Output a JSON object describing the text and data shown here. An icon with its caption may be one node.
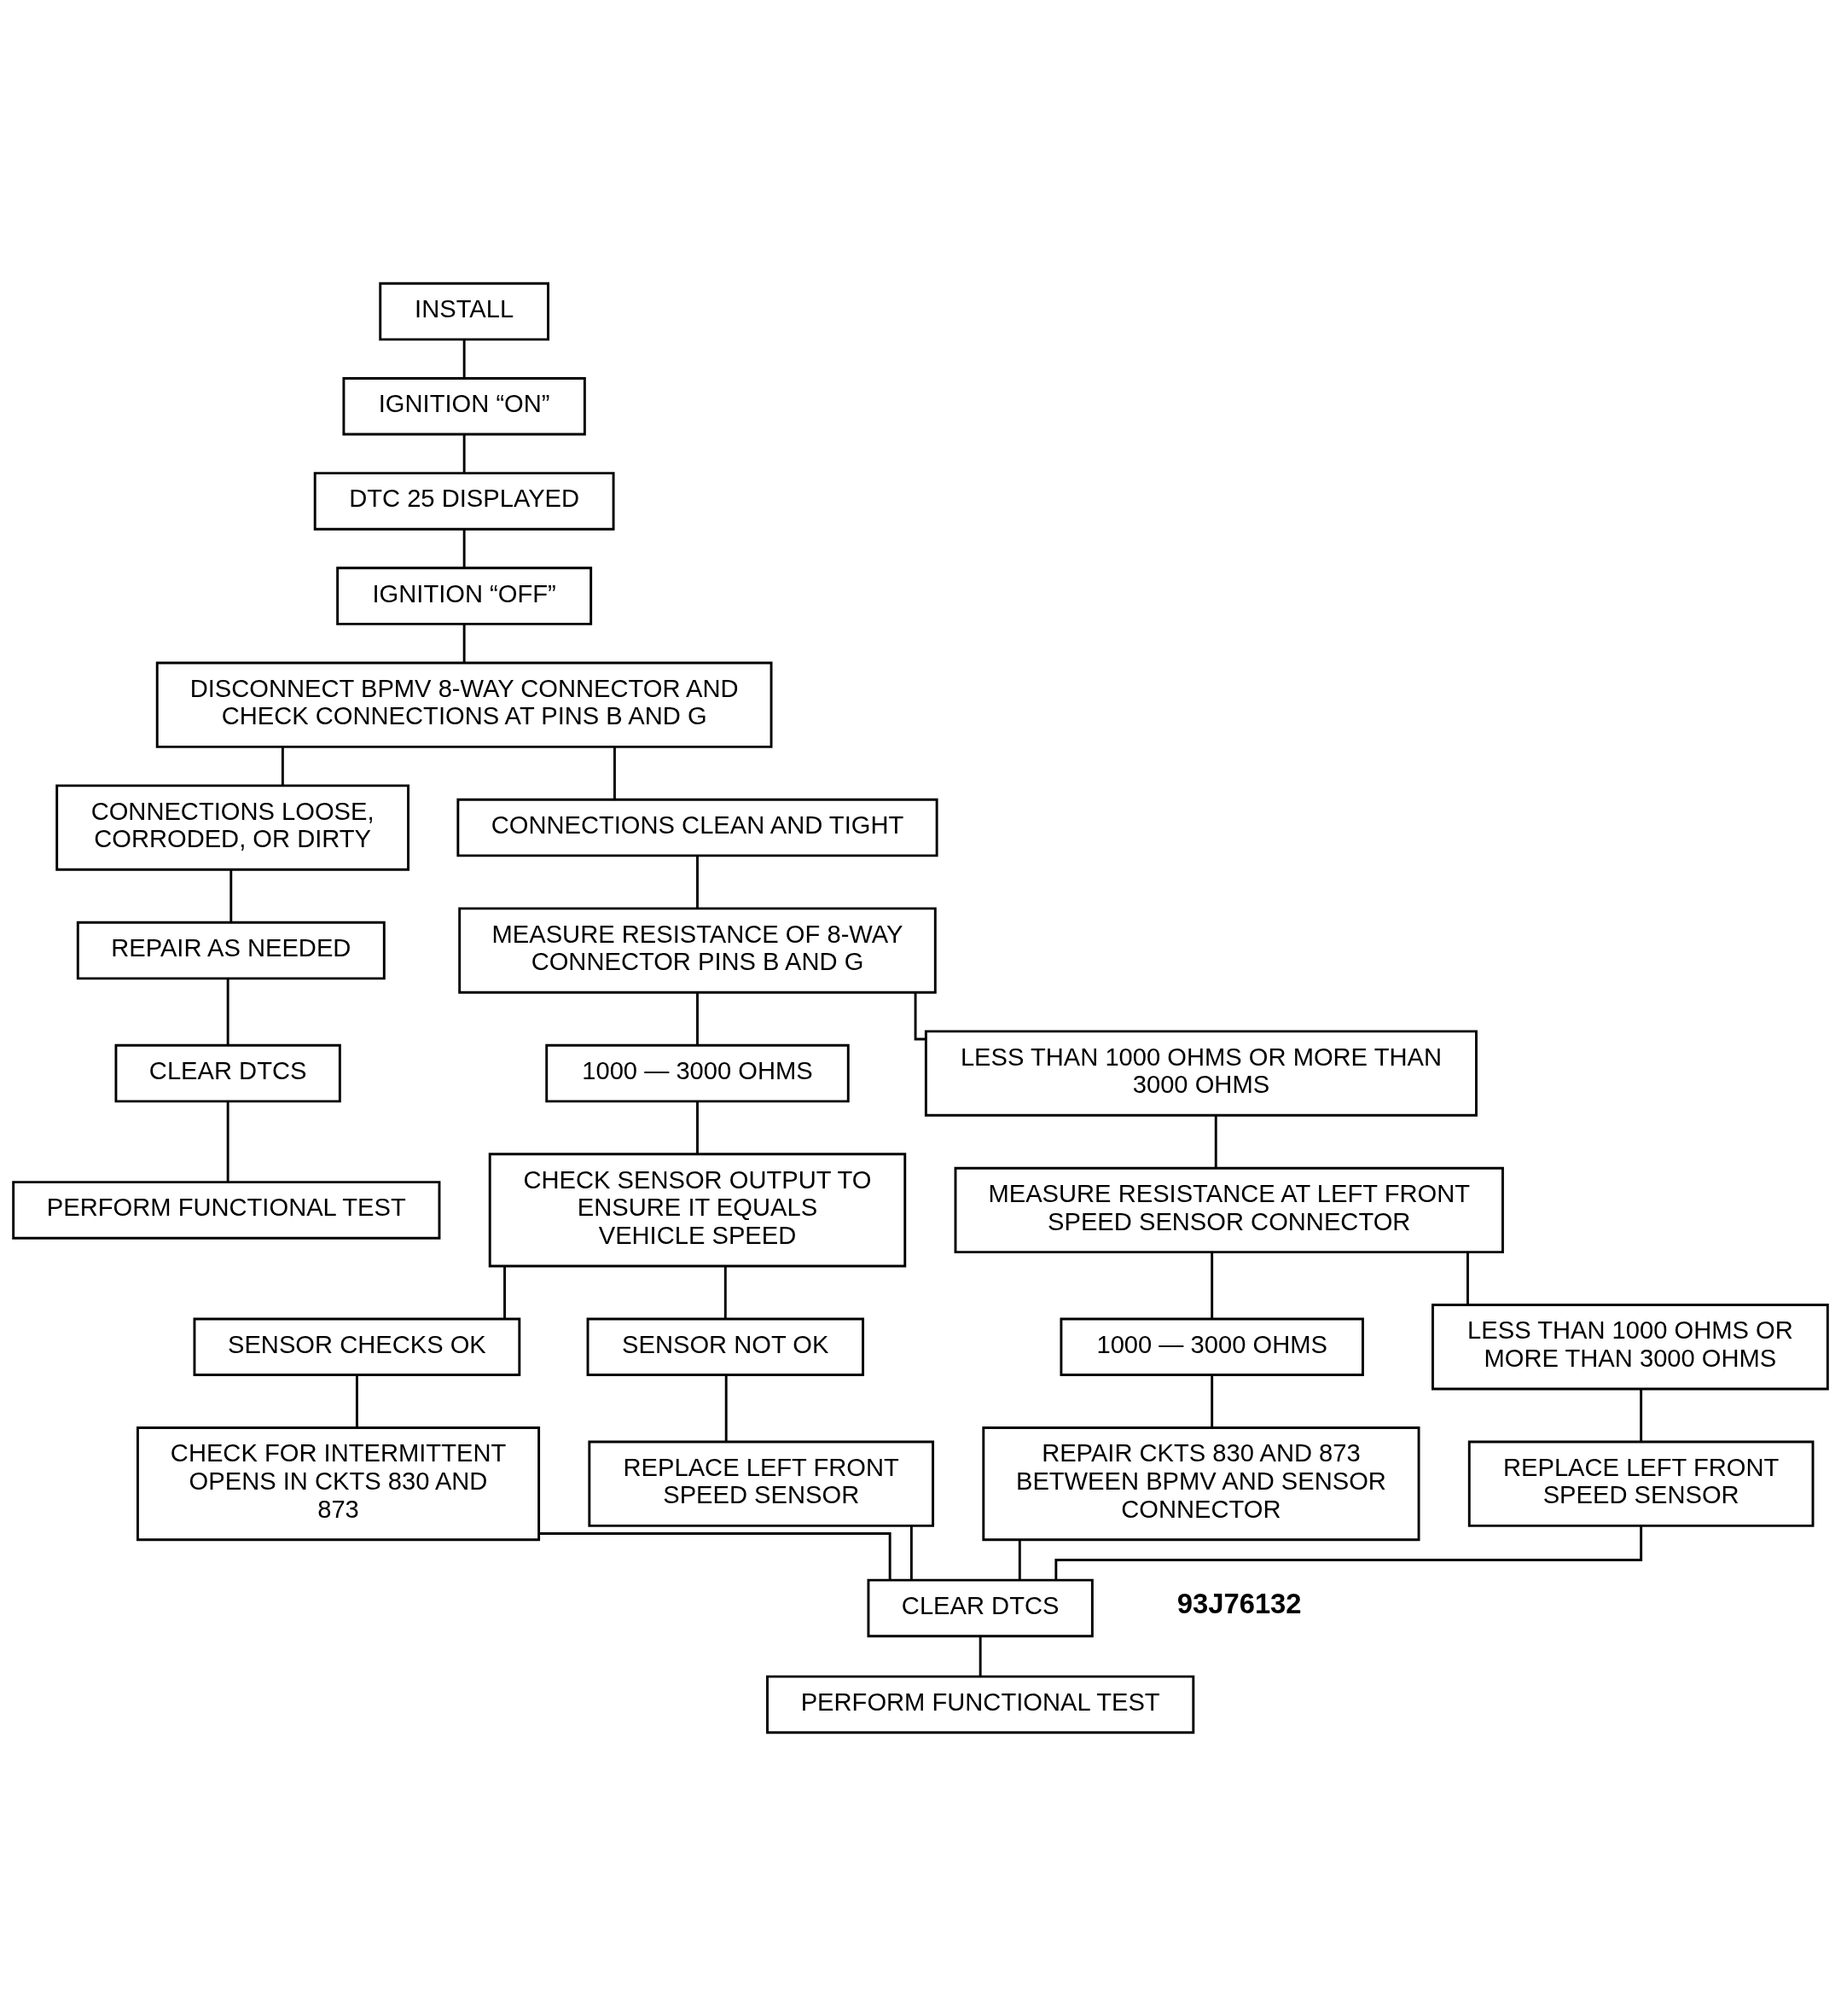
{
  "diagram": {
    "nodes": [
      {
        "text": [
          "INSTALL"
        ]
      },
      {
        "text": [
          "IGNITION “ON”"
        ]
      },
      {
        "text": [
          "DTC 25 DISPLAYED"
        ]
      },
      {
        "text": [
          "IGNITION “OFF”"
        ]
      },
      {
        "text": [
          "DISCONNECT BPMV 8-WAY CONNECTOR AND CHECK CONNECTIONS AT PINS B AND G"
        ]
      },
      {
        "text": [
          "CONNECTIONS LOOSE, CORRODED, OR DIRTY"
        ]
      },
      {
        "text": [
          "CONNECTIONS CLEAN AND TIGHT"
        ]
      },
      {
        "text": [
          "REPAIR AS NEEDED"
        ]
      },
      {
        "text": [
          "MEASURE RESISTANCE OF 8-WAY CONNECTOR PINS B AND G"
        ]
      },
      {
        "text": [
          "CLEAR DTCS"
        ]
      },
      {
        "text": [
          "PERFORM FUNCTIONAL TEST"
        ]
      },
      {
        "text": [
          "1000 — 3000 OHMS"
        ]
      },
      {
        "text": [
          "LESS THAN 1000 OHMS OR MORE THAN 3000 OHMS"
        ]
      },
      {
        "text": [
          "CHECK SENSOR OUTPUT TO ENSURE IT EQUALS VEHICLE SPEED"
        ]
      },
      {
        "text": [
          "MEASURE RESISTANCE AT LEFT FRONT SPEED SENSOR CONNECTOR"
        ]
      },
      {
        "text": [
          "SENSOR CHECKS OK"
        ]
      },
      {
        "text": [
          "SENSOR NOT OK"
        ]
      },
      {
        "text": [
          "1000 — 3000 OHMS"
        ]
      },
      {
        "text": [
          "LESS THAN 1000 OHMS OR MORE THAN 3000 OHMS"
        ]
      },
      {
        "text": [
          "CHECK FOR INTERMITTENT OPENS IN CKTS 830 AND 873"
        ]
      },
      {
        "text": [
          "REPLACE LEFT FRONT SPEED SENSOR"
        ]
      },
      {
        "text": [
          "REPAIR CKTS 830 AND 873 BETWEEN BPMV AND SENSOR CONNECTOR"
        ]
      },
      {
        "text": [
          "REPLACE LEFT FRONT SPEED SENSOR"
        ]
      },
      {
        "text": [
          "CLEAR DTCS"
        ]
      },
      {
        "text": [
          "PERFORM FUNCTIONAL TEST"
        ]
      }
    ],
    "edges": [
      {
        "from": 0,
        "to": 1,
        "arrow": "none"
      },
      {
        "from": 1,
        "to": 2,
        "arrow": "none"
      },
      {
        "from": 2,
        "to": 3,
        "arrow": "none"
      },
      {
        "from": 3,
        "to": 4,
        "arrow": "none"
      },
      {
        "from": 4,
        "to": 5,
        "arrow": "none"
      },
      {
        "from": 4,
        "to": 6,
        "arrow": "none"
      },
      {
        "from": 5,
        "to": 7,
        "arrow": "none"
      },
      {
        "from": 6,
        "to": 8,
        "arrow": "none"
      },
      {
        "from": 7,
        "to": 9,
        "arrow": "none"
      },
      {
        "from": 9,
        "to": 10,
        "arrow": "none"
      },
      {
        "from": 8,
        "to": 11,
        "arrow": "none"
      },
      {
        "from": 8,
        "to": 12,
        "arrow": "none"
      },
      {
        "from": 11,
        "to": 13,
        "arrow": "none"
      },
      {
        "from": 12,
        "to": 14,
        "arrow": "none"
      },
      {
        "from": 13,
        "to": 15,
        "arrow": "none"
      },
      {
        "from": 13,
        "to": 16,
        "arrow": "none"
      },
      {
        "from": 14,
        "to": 17,
        "arrow": "none"
      },
      {
        "from": 14,
        "to": 18,
        "arrow": "none"
      },
      {
        "from": 15,
        "to": 19,
        "arrow": "none"
      },
      {
        "from": 16,
        "to": 20,
        "arrow": "none"
      },
      {
        "from": 17,
        "to": 21,
        "arrow": "none"
      },
      {
        "from": 18,
        "to": 22,
        "arrow": "none"
      },
      {
        "from": 19,
        "to": 23,
        "arrow": "none"
      },
      {
        "from": 20,
        "to": 23,
        "arrow": "none"
      },
      {
        "from": 21,
        "to": 23,
        "arrow": "none"
      },
      {
        "from": 22,
        "to": 23,
        "arrow": "none"
      },
      {
        "from": 23,
        "to": 24,
        "arrow": "none"
      }
    ],
    "labels": [
      "93J76132"
    ]
  }
}
